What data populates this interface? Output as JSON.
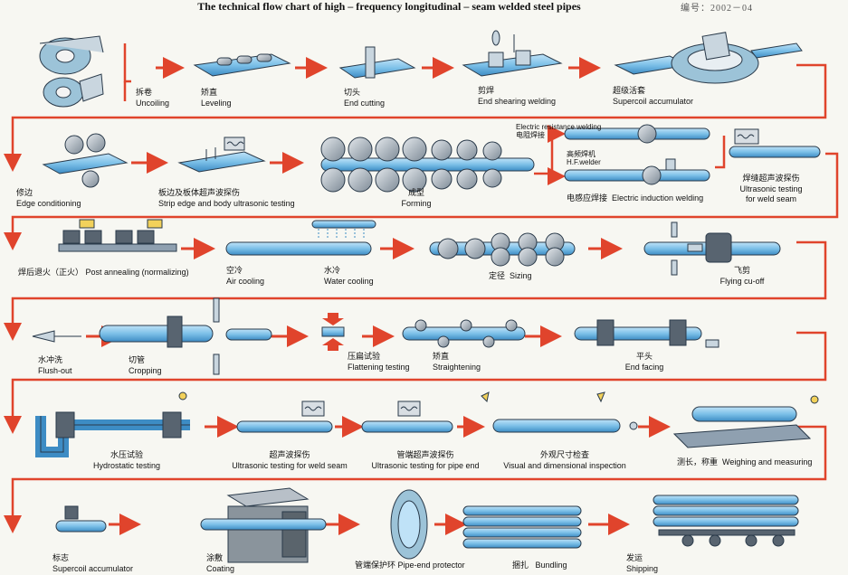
{
  "header": {
    "title": "The technical flow chart of high – frequency longitudinal – seam welded steel pipes",
    "code": "编号：2002－04"
  },
  "steps": [
    {
      "zh": "拆卷",
      "en": "Uncoiling"
    },
    {
      "zh": "矫直",
      "en": "Leveling"
    },
    {
      "zh": "切头",
      "en": "End cutting"
    },
    {
      "zh": "剪焊",
      "en": "End shearing welding"
    },
    {
      "zh": "超级活套",
      "en": "Supercoil accumulator"
    },
    {
      "zh": "修边",
      "en": "Edge conditioning"
    },
    {
      "zh": "板边及板体超声波探伤",
      "en": "Strip edge and body ultrasonic  testing"
    },
    {
      "zh": "成型",
      "en": "Forming"
    },
    {
      "zh": "电阻焊接",
      "en": "Electric resistance welding"
    },
    {
      "zh": "高频焊机",
      "en": "H.F.welder"
    },
    {
      "zh": "电感应焊接",
      "en": "Electric induction welding"
    },
    {
      "zh": "焊缝超声波探伤",
      "en": "Ultrasonic testing",
      "en2": "for weld seam"
    },
    {
      "zh": "焊后退火（正火）",
      "en": "Post annealing (normalizing)"
    },
    {
      "zh": "空冷",
      "en": "Air cooling"
    },
    {
      "zh": "水冷",
      "en": "Water cooling"
    },
    {
      "zh": "定径",
      "en": "Sizing"
    },
    {
      "zh": "飞剪",
      "en": "Flying cu-off"
    },
    {
      "zh": "水冲洗",
      "en": "Flush-out"
    },
    {
      "zh": "切管",
      "en": "Cropping"
    },
    {
      "zh": "压扁试验",
      "en": "Flattening testing"
    },
    {
      "zh": "矫直",
      "en": "Straightening"
    },
    {
      "zh": "平头",
      "en": "End facing"
    },
    {
      "zh": "水压试验",
      "en": "Hydrostatic testing"
    },
    {
      "zh": "超声波探伤",
      "en": "Ultrasonic testing for weld seam"
    },
    {
      "zh": "管端超声波探伤",
      "en": "Ultrasonic testing for pipe end"
    },
    {
      "zh": "外观尺寸检查",
      "en": "Visual and dimensional inspection"
    },
    {
      "zh": "测长，称重",
      "en": "Weighing and measuring"
    },
    {
      "zh": "标志",
      "en": "Supercoil accumulator"
    },
    {
      "zh": "涂敷",
      "en": "Coating"
    },
    {
      "zh": "管端保护环",
      "en": "Pipe-end protector"
    },
    {
      "zh": "捆扎",
      "en": "Bundling"
    },
    {
      "zh": "发运",
      "en": "Shipping"
    }
  ],
  "colors": {
    "pipe": "#7cc0e8",
    "pipe_dark": "#3d8cc4",
    "flow_line": "#e0442c",
    "machine": "#8fa0b0",
    "outline": "#2a3a4a"
  }
}
